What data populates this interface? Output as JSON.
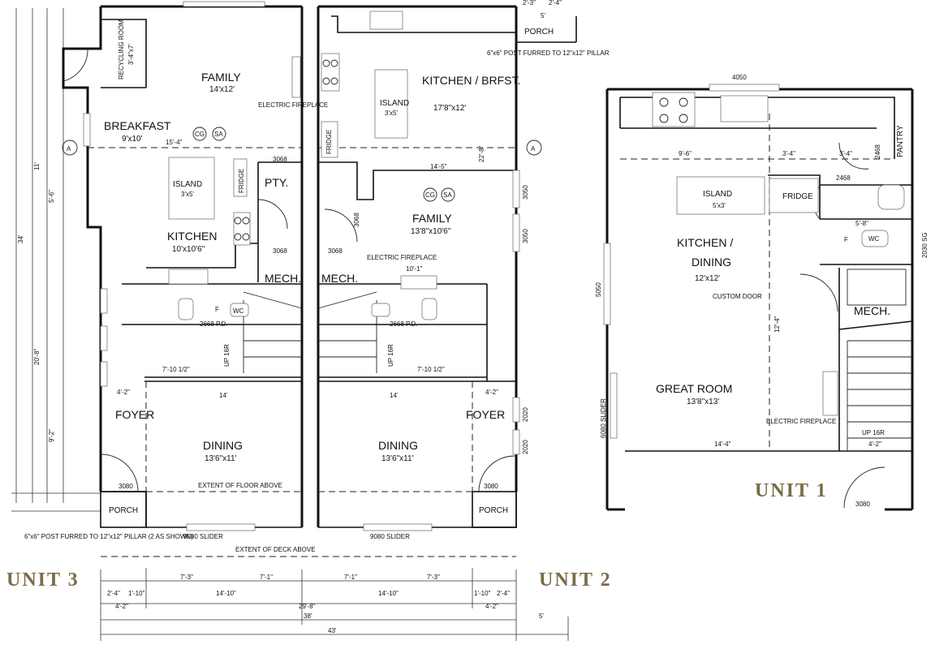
{
  "labels": {
    "unit1": "UNIT 1",
    "unit2": "UNIT 2",
    "unit3": "UNIT 3"
  },
  "unit3": {
    "family": "FAMILY",
    "family_size": "14'x12'",
    "recycling": "RECYCLING ROOM",
    "recycling_size": "3'-4\"x7'",
    "breakfast": "BREAKFAST",
    "breakfast_size": "9'x10'",
    "electric_fireplace": "ELECTRIC FIREPLACE",
    "island": "ISLAND",
    "island_size": "3'x5'",
    "fridge": "FRIDGE",
    "kitchen": "KITCHEN",
    "kitchen_size": "10'x10'6\"",
    "pty": "PTY.",
    "mech": "MECH.",
    "foyer": "FOYER",
    "dining": "DINING",
    "dining_size": "13'6\"x11'",
    "porch": "PORCH",
    "door_3068a": "3068",
    "door_3068b": "3068",
    "door_3080": "3080",
    "door_2668": "2668 P.D.",
    "slider": "9080 SLIDER",
    "wc": "WC",
    "cg": "CG",
    "sa": "SA",
    "f": "F",
    "up": "UP 16R",
    "post_note": "6\"x6\" POST FURRED TO 12\"x12\" PILLAR (2 AS SHOWN)"
  },
  "unit2": {
    "kitchen": "KITCHEN / BRFST.",
    "kitchen_size": "17'8\"x12'",
    "island": "ISLAND",
    "island_size": "3'x5'",
    "fridge": "FRIDGE",
    "family": "FAMILY",
    "family_size": "13'8\"x10'6\"",
    "electric_fireplace": "ELECTRIC FIREPLACE",
    "mech": "MECH.",
    "foyer": "FOYER",
    "dining": "DINING",
    "dining_size": "13'6\"x11'",
    "porch": "PORCH",
    "porch_top": "PORCH",
    "door_3068a": "3068",
    "door_3068b": "3068",
    "door_3080": "3080",
    "door_2668": "2668 P.D.",
    "slider": "9080 SLIDER",
    "post_note": "6\"x6\" POST FURRED TO 12\"x12\" PILLAR",
    "cg": "CG",
    "sa": "SA",
    "up": "UP 16R",
    "win_3050a": "3050",
    "win_3050b": "3050",
    "win_2020a": "2020",
    "win_2020b": "2020"
  },
  "unit1": {
    "island": "ISLAND",
    "island_size": "5'x3'",
    "fridge": "FRIDGE",
    "pantry": "PANTRY",
    "kitchen": "KITCHEN /",
    "kitchen2": "DINING",
    "kitchen_size": "12'x12'",
    "custom_door": "CUSTOM DOOR",
    "mech": "MECH.",
    "great_room": "GREAT ROOM",
    "great_size": "13'8\"x13'",
    "electric_fireplace": "ELECTRIC FIREPLACE",
    "slider": "6080 SLIDER",
    "win_4050": "4050",
    "win_5050": "5050",
    "door_2468a": "2468",
    "door_2468b": "2468",
    "door_2030": "2030 SG",
    "door_3080": "3080",
    "up": "UP 16R",
    "wc": "WC",
    "f": "F"
  },
  "common": {
    "extent_floor": "EXTENT OF FLOOR ABOVE",
    "extent_deck": "EXTENT OF DECK ABOVE"
  },
  "dims": {
    "d_14": "14'",
    "d_14b": "14'",
    "d_7_10a": "7'-10 1/2\"",
    "d_7_10b": "7'-10 1/2\"",
    "d_4_2a": "4'-2\"",
    "d_4_2b": "4'-2\"",
    "d_4_2c": "4'-2\"",
    "d_4_2d": "4'-2\"",
    "d_2_4a": "2'-4\"",
    "d_2_4b": "2'-4\"",
    "d_1_10a": "1'-10\"",
    "d_1_10b": "1'-10\"",
    "d_14_10a": "14'-10\"",
    "d_14_10b": "14'-10\"",
    "d_29_8": "29'-8\"",
    "d_38": "38'",
    "d_43": "43'",
    "d_5": "5'",
    "d_7_3a": "7'-3\"",
    "d_7_1a": "7'-1\"",
    "d_7_1b": "7'-1\"",
    "d_7_3b": "7'-3\"",
    "d_15_4": "15'-4\"",
    "d_14_5": "14'-5\"",
    "d_10_1": "10'-1\"",
    "d_9_6": "9'-6\"",
    "d_3_4a": "3'-4\"",
    "d_3_4b": "3'-4\"",
    "d_5_8": "5'-8\"",
    "d_12_4": "12'-4\"",
    "d_14_4": "14'-4\"",
    "d_4_2_u1": "4'-2\"",
    "d_5_6": "5'-6\"",
    "d_2_3": "2'-3\"",
    "d_2_4top": "2'-4\"",
    "d_5top": "5'",
    "d_34": "34'",
    "d_20_8": "20'-8\"",
    "d_9_2": "9'-2\"",
    "d_11": "11'",
    "d_22_8": "22'-8\""
  }
}
